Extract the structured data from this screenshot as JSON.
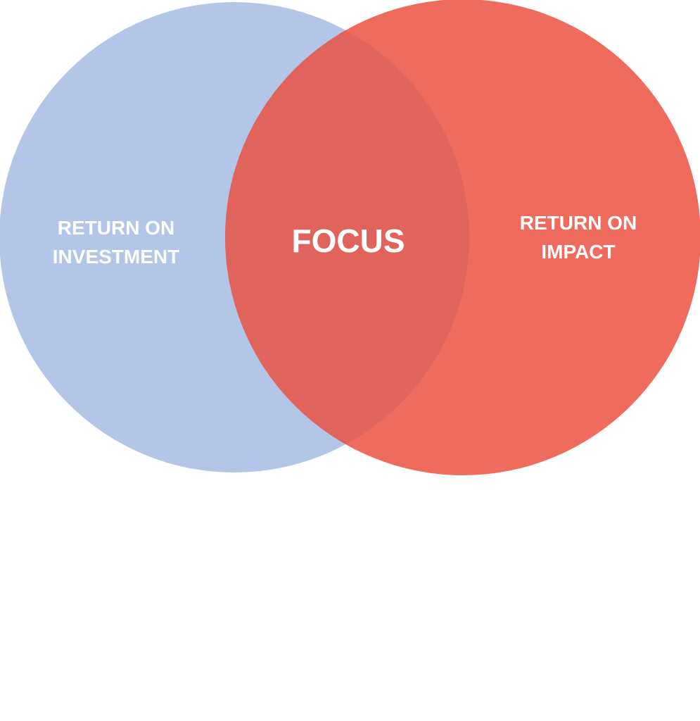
{
  "diagram": {
    "left_circle": {
      "line1": "RETURN ON",
      "line2": "INVESTMENT",
      "color": "#b3c6e7"
    },
    "right_circle": {
      "line1": "RETURN ON",
      "line2": "IMPACT",
      "color": "#ee6b5d"
    },
    "overlap": {
      "label": "FOCUS",
      "color": "#e1645c"
    }
  }
}
